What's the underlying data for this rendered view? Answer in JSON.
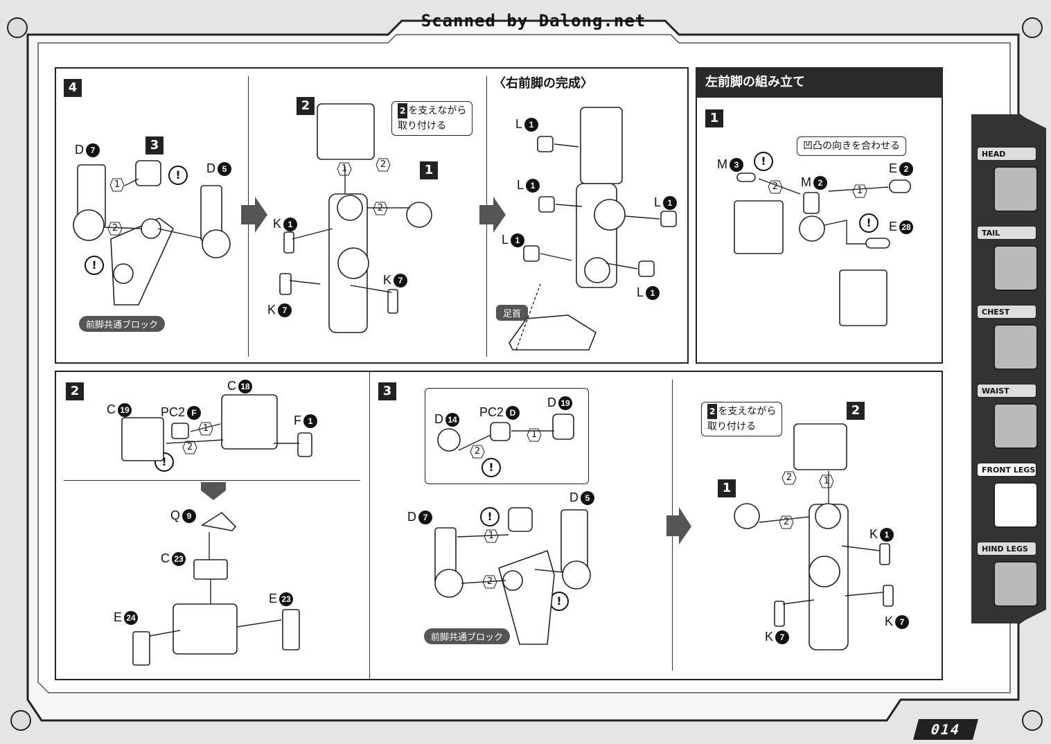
{
  "header": {
    "scan_credit": "Scanned by Dalong.net"
  },
  "steps": {
    "s4": "4",
    "s4_sub_3": "3",
    "s4_sub_2": "2",
    "s4_sub_1": "1",
    "right_leg_complete_title": "〈右前脚の完成〉",
    "left_leg_header": "左前脚の組み立て",
    "left_1": "1",
    "b2": "2",
    "b3": "3",
    "b_right_2": "2",
    "b_right_1": "1"
  },
  "labels": {
    "p1_D7": "D",
    "p1_D7_n": "7",
    "p1_D5": "D",
    "p1_D5_n": "5",
    "p2_K1": "K",
    "p2_K1_n": "1",
    "p2_K7a": "K",
    "p2_K7a_n": "7",
    "p2_K7b": "K",
    "p2_K7b_n": "7",
    "p3_L1a": "L",
    "p3_L1a_n": "1",
    "p3_L1b": "L",
    "p3_L1b_n": "1",
    "p3_L1c": "L",
    "p3_L1c_n": "1",
    "p3_L1d": "L",
    "p3_L1d_n": "1",
    "p3_L1e": "L",
    "p3_L1e_n": "1",
    "p4_M3": "M",
    "p4_M3_n": "3",
    "p4_M2": "M",
    "p4_M2_n": "2",
    "p4_E2": "E",
    "p4_E2_n": "2",
    "p4_E28": "E",
    "p4_E28_n": "28",
    "b2_C19": "C",
    "b2_C19_n": "19",
    "b2_PC2F": "PC2",
    "b2_PC2F_n": "F",
    "b2_C18": "C",
    "b2_C18_n": "18",
    "b2_F1": "F",
    "b2_F1_n": "1",
    "b2_Q9": "Q",
    "b2_Q9_n": "9",
    "b2_C23": "C",
    "b2_C23_n": "23",
    "b2_E24": "E",
    "b2_E24_n": "24",
    "b2_E23": "E",
    "b2_E23_n": "23",
    "b3_D14": "D",
    "b3_D14_n": "14",
    "b3_PC2D": "PC2",
    "b3_PC2D_n": "D",
    "b3_D19": "D",
    "b3_D19_n": "19",
    "b3_D7": "D",
    "b3_D7_n": "7",
    "b3_D5": "D",
    "b3_D5_n": "5",
    "br_K1": "K",
    "br_K1_n": "1",
    "br_K7a": "K",
    "br_K7a_n": "7",
    "br_K7b": "K",
    "br_K7b_n": "7"
  },
  "notes": {
    "support_text": "を支えながら",
    "support_num": "2",
    "attach_text": "取り付ける",
    "align_text": "凹凸の向きを合わせる"
  },
  "badges": {
    "front_leg_block": "前脚共通ブロック",
    "ankle": "足首"
  },
  "sequence": {
    "one": "1",
    "two": "2"
  },
  "exclaim": "!",
  "side_tabs": [
    {
      "label": "HEAD"
    },
    {
      "label": "TAIL"
    },
    {
      "label": "CHEST"
    },
    {
      "label": "WAIST"
    },
    {
      "label": "FRONT LEGS"
    },
    {
      "label": "HIND LEGS"
    }
  ],
  "page_number": "014"
}
